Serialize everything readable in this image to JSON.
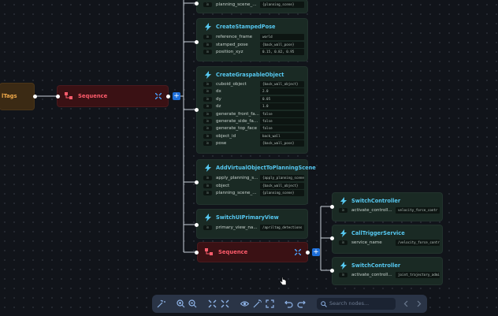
{
  "left_node": {
    "label": "lTags"
  },
  "sequence_main": {
    "label": "Sequence"
  },
  "sequence_sub": {
    "label": "Sequence"
  },
  "nodes": [
    {
      "id": "top",
      "title": "",
      "rows": [
        {
          "port": "in",
          "key": "planning_scene_...",
          "value": "{planning_scene}"
        }
      ]
    },
    {
      "id": "stamped",
      "title": "CreateStampedPose",
      "rows": [
        {
          "port": "in",
          "key": "reference_frame",
          "value": "world"
        },
        {
          "port": "in",
          "key": "stamped_pose",
          "value": "{back_wall_pose}"
        },
        {
          "port": "in",
          "key": "position_xyz",
          "value": "0.15, 0.82, 0.95"
        }
      ]
    },
    {
      "id": "graspable",
      "title": "CreateGraspableObject",
      "rows": [
        {
          "port": "in",
          "key": "cuboid_object",
          "value": "{back_wall_object}"
        },
        {
          "port": "in",
          "key": "dx",
          "value": "2.0"
        },
        {
          "port": "in",
          "key": "dy",
          "value": "0.05"
        },
        {
          "port": "in",
          "key": "dz",
          "value": "1.0"
        },
        {
          "port": "in",
          "key": "generate_front_fa...",
          "value": "false"
        },
        {
          "port": "in",
          "key": "generate_side_fa...",
          "value": "false"
        },
        {
          "port": "in",
          "key": "generate_top_face",
          "value": "false"
        },
        {
          "port": "in",
          "key": "object_id",
          "value": "back_wall"
        },
        {
          "port": "in",
          "key": "pose",
          "value": "{back_wall_pose}"
        }
      ]
    },
    {
      "id": "addvirtual",
      "title": "AddVirtualObjectToPlanningScene",
      "rows": [
        {
          "port": "in",
          "key": "apply_planning_s...",
          "value": "{apply_planning_scene"
        },
        {
          "port": "in",
          "key": "object",
          "value": "{back_wall_object}"
        },
        {
          "port": "in",
          "key": "planning_scene_...",
          "value": "{planning_scene}"
        }
      ]
    },
    {
      "id": "switchui",
      "title": "SwitchUIPrimaryView",
      "rows": [
        {
          "port": "in",
          "key": "primary_view_na...",
          "value": "/apriltag_detections"
        }
      ]
    },
    {
      "id": "sw1",
      "title": "SwitchController",
      "rows": [
        {
          "port": "in",
          "key": "activate_controll...",
          "value": "velocity_force_contr"
        }
      ]
    },
    {
      "id": "calltrig",
      "title": "CallTriggerService",
      "rows": [
        {
          "port": "in",
          "key": "service_name",
          "value": "/velocity_force_contr"
        }
      ]
    },
    {
      "id": "sw2",
      "title": "SwitchController",
      "rows": [
        {
          "port": "in",
          "key": "activate_controll...",
          "value": "joint_trajectory_admi"
        }
      ]
    }
  ],
  "toolbar": {
    "search_placeholder": "Search nodes...",
    "icons": [
      "magic-wand-icon",
      "zoom-in-icon",
      "zoom-out-icon",
      "collapse-icon",
      "expand-icon",
      "eye-icon",
      "wand-icon",
      "fit-view-icon",
      "undo-icon",
      "redo-icon",
      "search-icon",
      "prev-icon",
      "next-icon"
    ]
  },
  "colors": {
    "background": "#11141a",
    "node": "#1a2a24",
    "sequence": "#3a1114",
    "accent": "#56c8f0",
    "plus": "#1e6fd9"
  }
}
